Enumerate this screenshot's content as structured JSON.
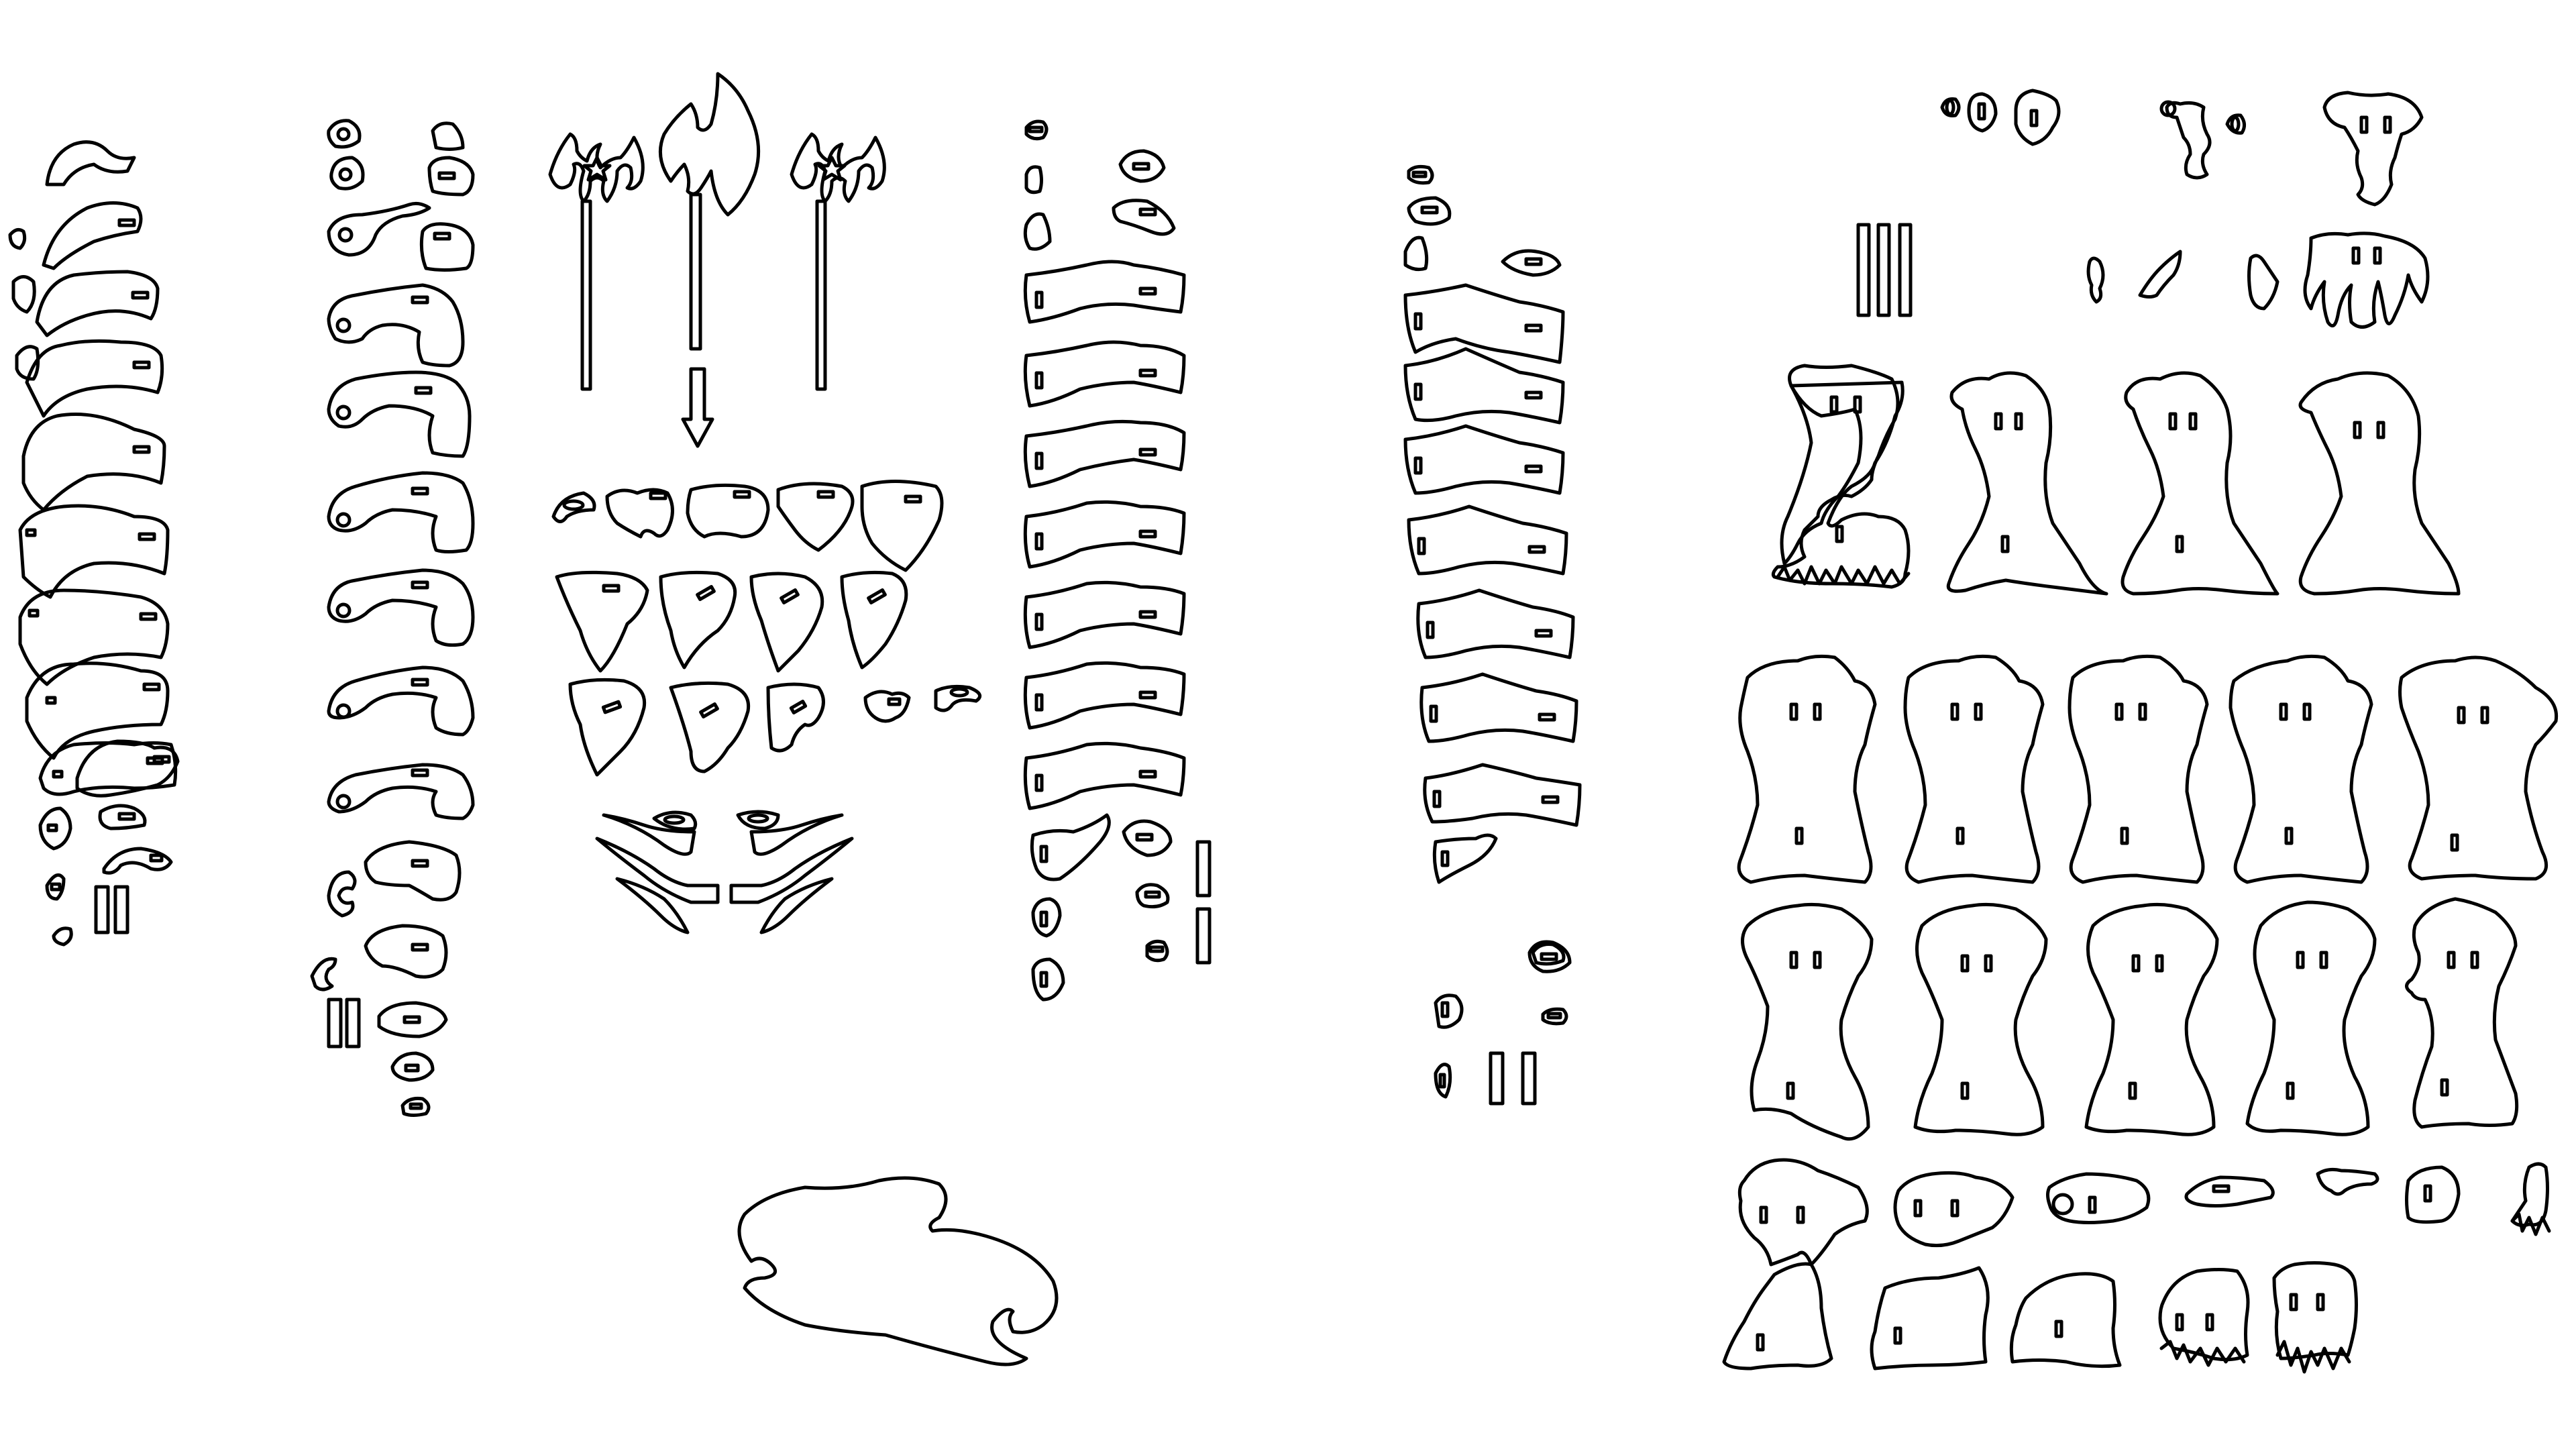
{
  "document": {
    "type": "laser-cut parts layout",
    "background": "#ffffff",
    "line_color": "#000000",
    "text": []
  },
  "groups": [
    {
      "name": "spine-vertebrae-column-1",
      "parts": 16
    },
    {
      "name": "spine-vertebrae-column-2",
      "parts": 16
    },
    {
      "name": "battle-axes",
      "parts": 4
    },
    {
      "name": "small-plates-rows",
      "parts": 13
    },
    {
      "name": "claw-spikes",
      "parts": 8
    },
    {
      "name": "base-plate",
      "parts": 1
    },
    {
      "name": "spine-vertebrae-column-3",
      "parts": 14
    },
    {
      "name": "spine-vertebrae-column-4",
      "parts": 15
    },
    {
      "name": "skull-and-face-parts",
      "parts": 12
    },
    {
      "name": "torso-ribs-row-1",
      "parts": 4
    },
    {
      "name": "torso-ribs-row-2",
      "parts": 5
    },
    {
      "name": "torso-ribs-row-3",
      "parts": 5
    },
    {
      "name": "pelvis-and-leg-parts",
      "parts": 12
    }
  ]
}
